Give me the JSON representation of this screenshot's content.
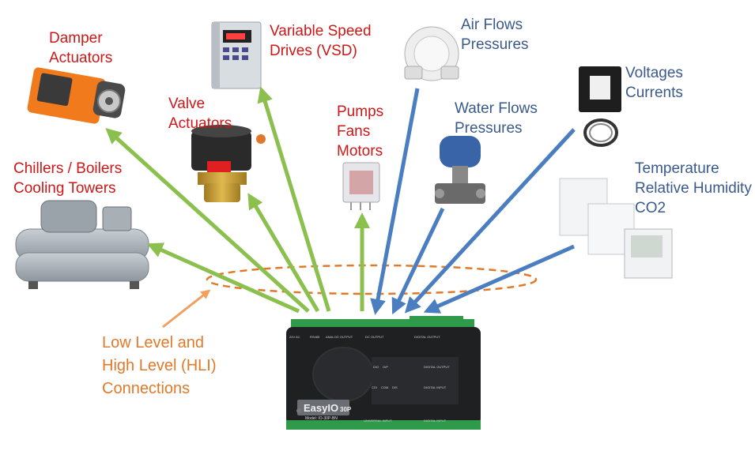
{
  "colors": {
    "output_arrow": "#8bbf4e",
    "input_arrow": "#4a7ec0",
    "connection": "#e07a2a",
    "output_text": "#cc1818",
    "input_text": "#3a5a8c"
  },
  "outputs": {
    "damper": {
      "line1": "Damper",
      "line2": "Actuators"
    },
    "vsd": {
      "line1": "Variable Speed",
      "line2": "Drives (VSD)"
    },
    "valve": {
      "line1": "Valve",
      "line2": "Actuators"
    },
    "pumps": {
      "line1": "Pumps",
      "line2": "Fans",
      "line3": "Motors"
    },
    "chillers": {
      "line1": "Chillers / Boilers",
      "line2": "Cooling Towers"
    }
  },
  "inputs": {
    "air": {
      "line1": "Air Flows",
      "line2": "Pressures"
    },
    "water": {
      "line1": "Water Flows",
      "line2": "Pressures"
    },
    "voltage": {
      "line1": "Voltages",
      "line2": "Currents"
    },
    "temperature": {
      "line1": "Temperature",
      "line2": "Relative Humidity",
      "line3": "CO2"
    }
  },
  "connections": {
    "line1": "Low Level and",
    "line2": "High Level (HLI)",
    "line3": "Connections"
  },
  "controller": {
    "brand": "EasyIO",
    "model_suffix": "30P",
    "model_line": "Model: IO-30P-BN",
    "top_labels": [
      "24V AC",
      "RS485",
      "ANALOG OUTPUT",
      "DC OUTPUT",
      "DIGITAL OUTPUT"
    ],
    "bottom_labels": [
      "UNIVERSAL INPUT",
      "DIGITAL INPUT"
    ],
    "panel_labels": [
      "DIGITAL OUTPUT",
      "DIGITAL INPUT",
      "D/O",
      "O/P",
      "CDI",
      "COM",
      "DIS"
    ]
  }
}
